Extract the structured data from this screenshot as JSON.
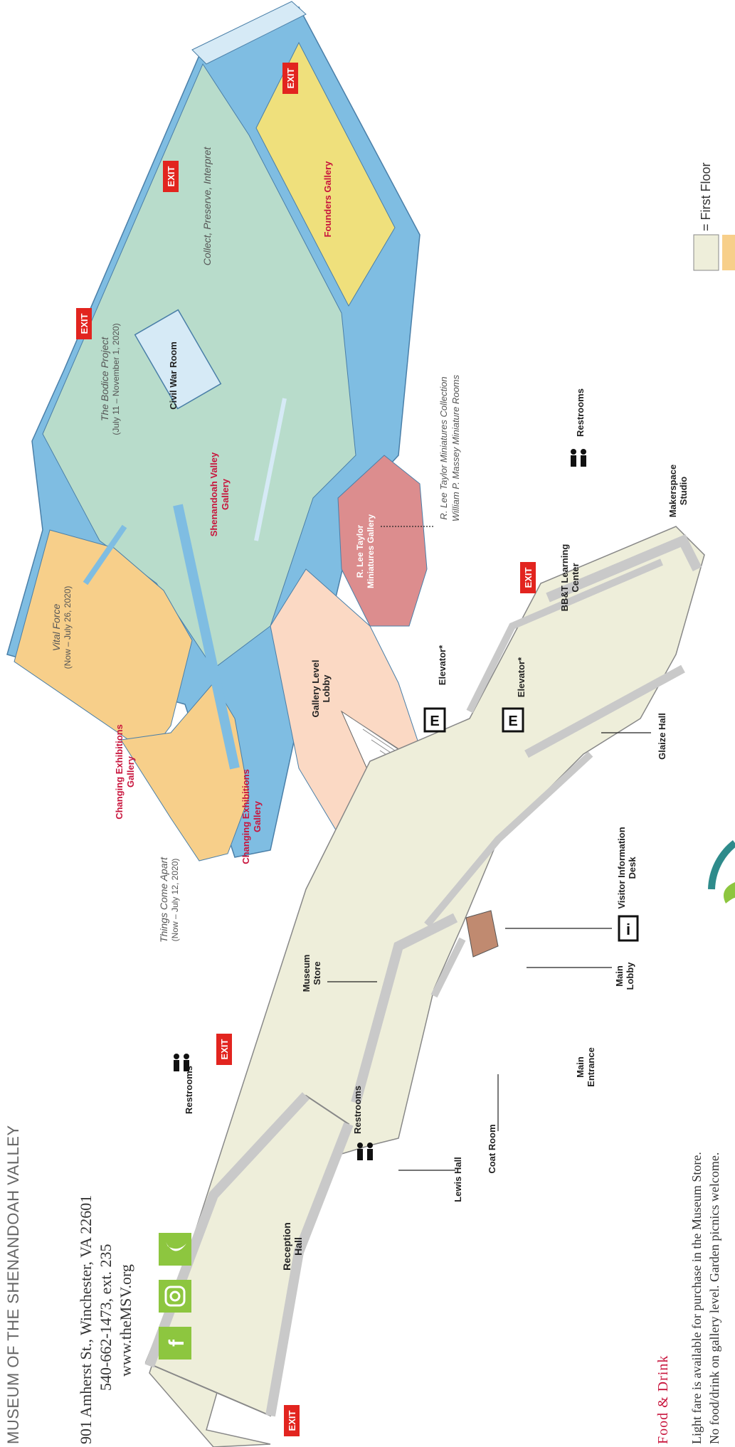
{
  "museum": {
    "name": "MUSEUM OF THE SHENANDOAH VALLEY",
    "address": "901 Amherst St., Winchester, VA  22601",
    "phone": "540-662-1473, ext. 235",
    "website": "www.theMSV.org"
  },
  "social": [
    "facebook-icon",
    "instagram-icon",
    "twitter-icon"
  ],
  "food_drink": {
    "title": "Food & Drink",
    "line1": "Light fare is available for purchase in the Museum Store.",
    "line2": "No food/drink on gallery level. Garden picnics welcome."
  },
  "legend": {
    "first_floor": "= First Floor"
  },
  "exit_label": "EXIT",
  "rooms": {
    "founders": "Founders Gallery",
    "collect_preserve": "Collect, Preserve, Interpret",
    "civil_war": "Civil War Room",
    "bodice_title": "The Bodice Project",
    "bodice_dates": "(July 11 – November 1, 2020)",
    "shenandoah_1": "Shenandoah Valley",
    "shenandoah_2": "Gallery",
    "miniatures_1": "R. Lee Taylor",
    "miniatures_2": "Miniatures Gallery",
    "miniatures_note_1": "R. Lee Taylor Miniatures Collection",
    "miniatures_note_2": "William P. Massey Miniature Rooms",
    "vital_force_title": "Vital Force",
    "vital_force_dates": "(Now – July 26, 2020)",
    "changing_a_1": "Changing Exhibitions",
    "changing_a_2": "Gallery",
    "changing_b_1": "Changing Exhibitions",
    "changing_b_2": "Gallery",
    "gallery_lobby_1": "Gallery Level",
    "gallery_lobby_2": "Lobby",
    "things_title": "Things Come Apart",
    "things_dates": "(Now – July 12, 2020)",
    "elevator": "Elevator*",
    "restrooms": "Restrooms",
    "bbt_1": "BB&T Learning",
    "bbt_2": "Center",
    "makerspace_1": "Makerspace",
    "makerspace_2": "Studio",
    "glaize": "Glaize Hall",
    "visitor_1": "Visitor Information",
    "visitor_2": "Desk",
    "main_lobby_1": "Main",
    "main_lobby_2": "Lobby",
    "main_entrance_1": "Main",
    "main_entrance_2": "Entrance",
    "museum_store_1": "Museum",
    "museum_store_2": "Store",
    "coat_room": "Coat Room",
    "lewis_hall": "Lewis Hall",
    "reception_1": "Reception",
    "reception_2": "Hall"
  },
  "colors": {
    "wall_blue": "#7fbde2",
    "wall_light": "#d6eaf6",
    "teal_gallery": "#b8dccb",
    "orange_gallery": "#f7cf8a",
    "yellow_gallery": "#efe07c",
    "pink_gallery": "#dc8d8e",
    "peach_lobby": "#fbd9c4",
    "first_floor": "#eeeeda",
    "gray_wall": "#c9c9c9",
    "exit_red": "#e2241f",
    "label_red": "#c8143c",
    "social_green": "#8dc63f"
  }
}
